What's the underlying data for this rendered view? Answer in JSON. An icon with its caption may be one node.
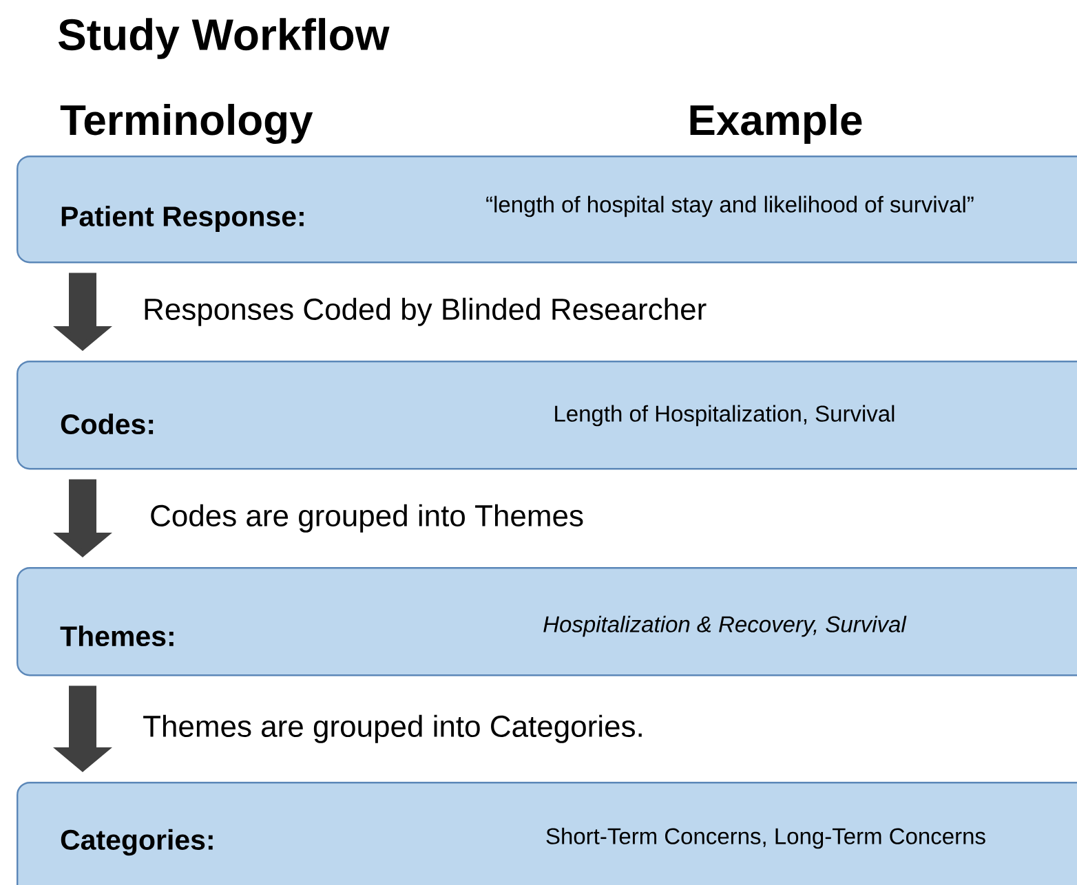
{
  "diagram": {
    "title": "Study Workflow",
    "nodes": [
      {
        "text": [
          "Patient Response:",
          "“length of hospital stay and likelihood of survival”"
        ]
      },
      {
        "text": [
          "Codes:",
          "Length of Hospitalization, Survival"
        ]
      },
      {
        "text": [
          "Themes:",
          "Hospitalization & Recovery, Survival"
        ]
      },
      {
        "text": [
          "Categories:",
          "Short-Term Concerns, Long-Term Concerns"
        ]
      }
    ],
    "edges": [
      {
        "from": 0,
        "to": 1,
        "arrow": "to",
        "label": "Responses Coded by Blinded Researcher"
      },
      {
        "from": 1,
        "to": 2,
        "arrow": "to",
        "label": "Codes are grouped into Themes"
      },
      {
        "from": 2,
        "to": 3,
        "arrow": "to",
        "label": "Themes are grouped into Categories."
      }
    ],
    "labels": [
      "Terminology",
      "Example"
    ]
  }
}
